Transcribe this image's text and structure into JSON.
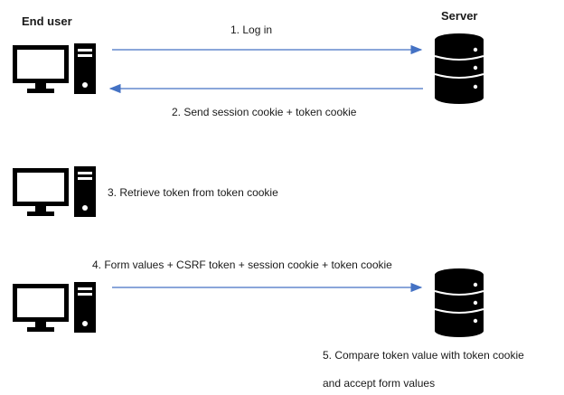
{
  "headings": {
    "end_user": "End user",
    "server": "Server"
  },
  "steps": {
    "step1": "1. Log in",
    "step2": "2. Send session cookie + token cookie",
    "step3": "3. Retrieve token from token cookie",
    "step4": "4. Form values + CSRF token + session cookie + token  cookie",
    "step5_line1": "5. Compare token value with token cookie",
    "step5_line2": "and accept form values"
  },
  "icons": {
    "client": "desktop-computer-icon",
    "server": "database-server-icon"
  },
  "colors": {
    "arrow": "#4472c4",
    "icon": "#000000",
    "text": "#1a1a1a"
  }
}
